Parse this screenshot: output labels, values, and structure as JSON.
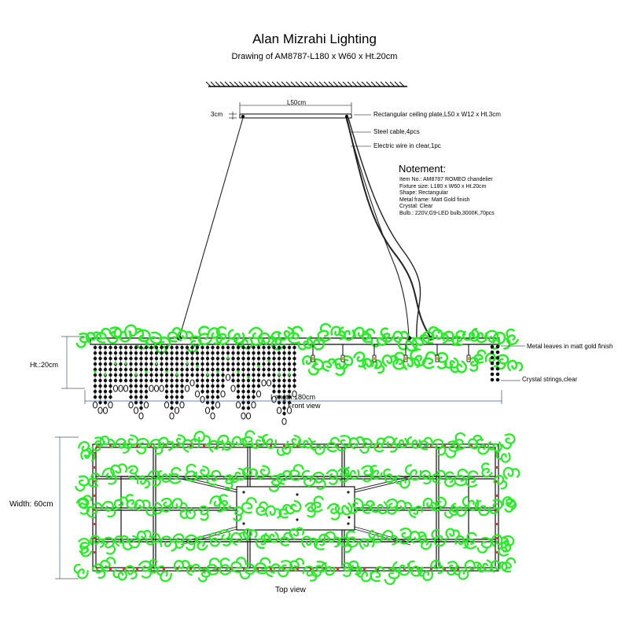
{
  "header": {
    "title": "Alan Mizrahi Lighting",
    "subtitle": "Drawing of AM8787-L180 x W60 x Ht.20cm"
  },
  "callouts": {
    "plate_width": "L50cm",
    "plate_height": "3cm",
    "ceiling_plate": "Rectangular ceiling plate,L50 x W12 x Ht.3cm",
    "steel_cable": "Steel cable,4pcs",
    "electric_wire": "Electric wire in clear,1pc",
    "metal_leaves": "Metal leaves in matt gold finish",
    "crystal_strings": "Crystal strings,clear"
  },
  "notes": {
    "heading": "Notement:",
    "lines": [
      "Item No.: AM8787 ROMEO chandelier",
      "Fixture size: L180 x W60 x Ht.20cm",
      "Shape: Rectangular",
      "Metal frame: Matt Gold finish",
      "Crystal: Clear",
      "Bulb.: 220V,G9-LED bulb,3000K,70pcs"
    ]
  },
  "front_view": {
    "height_label": "Ht.:20cm",
    "length_label": "Length:180cm",
    "caption": "Front view"
  },
  "top_view": {
    "width_label": "Width: 60cm",
    "caption": "Top view"
  },
  "colors": {
    "leaf": "#22ee22",
    "frame": "#111111",
    "crystal": "#111111",
    "accent": "#e03030",
    "dimension": "#3a5fa8"
  }
}
